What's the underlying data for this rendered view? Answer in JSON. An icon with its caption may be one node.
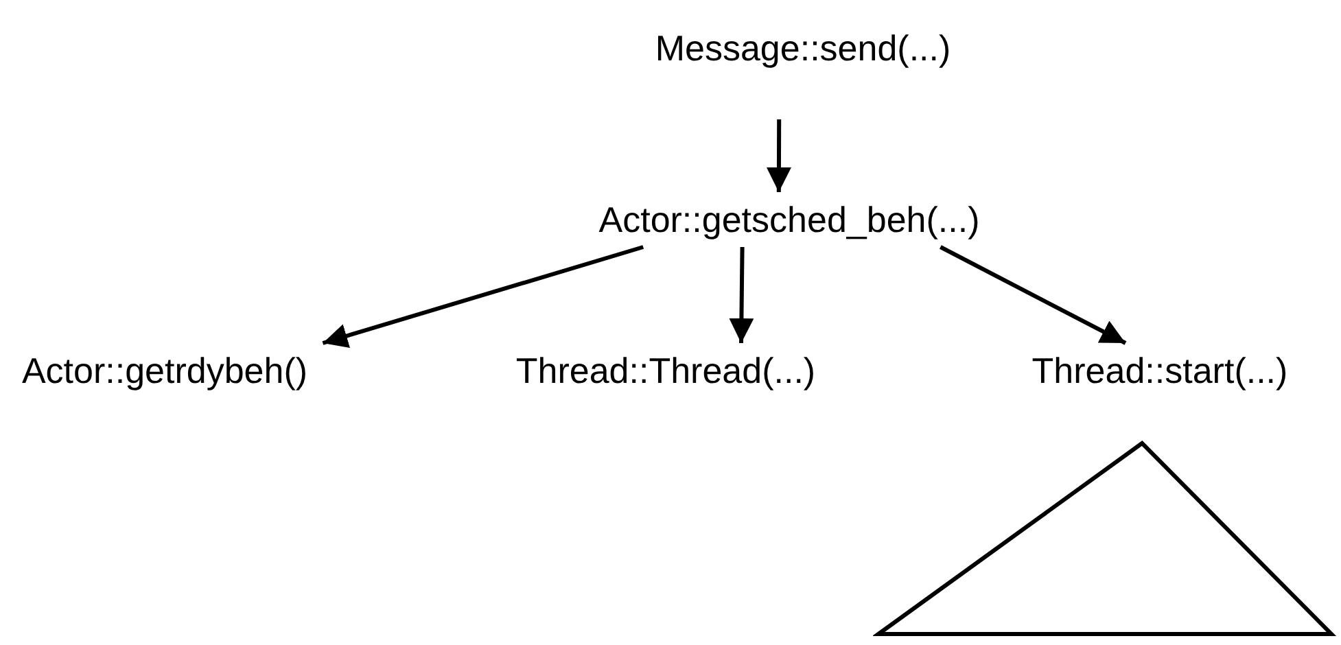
{
  "diagram": {
    "nodes": [
      {
        "text": [
          "Message::send(...)"
        ]
      },
      {
        "text": [
          "Actor::getsched_beh(...)"
        ]
      },
      {
        "text": [
          "Actor::getrdybeh()"
        ]
      },
      {
        "text": [
          "Thread::Thread(...)"
        ]
      },
      {
        "text": [
          "Thread::start(...)"
        ]
      },
      {
        "text": [],
        "shape": "triangle"
      }
    ],
    "edges": [
      {
        "from": 0,
        "to": 1,
        "arrow": "to"
      },
      {
        "from": 1,
        "to": 2,
        "arrow": "to"
      },
      {
        "from": 1,
        "to": 3,
        "arrow": "to"
      },
      {
        "from": 1,
        "to": 4,
        "arrow": "to"
      }
    ]
  }
}
